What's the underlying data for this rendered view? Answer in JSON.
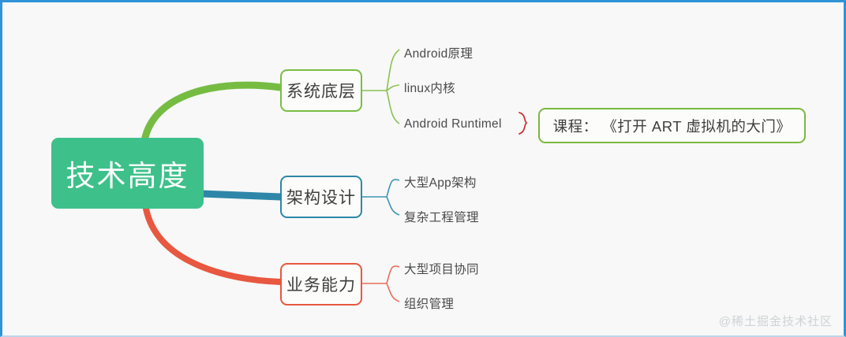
{
  "diagram": {
    "type": "mindmap",
    "background_color": "#f7f8f7",
    "frame_color": "#2f93d8",
    "root": {
      "label": "技术高度",
      "color": "#3ec08a",
      "text_color": "#ffffff"
    },
    "branches": [
      {
        "label": "系统底层",
        "color": "#79bd45",
        "children": [
          {
            "label": "Android原理"
          },
          {
            "label": "linux内核"
          },
          {
            "label": "Android Runtimel"
          }
        ]
      },
      {
        "label": "架构设计",
        "color": "#2e87a8",
        "children": [
          {
            "label": "大型App架构"
          },
          {
            "label": "复杂工程管理"
          }
        ]
      },
      {
        "label": "业务能力",
        "color": "#e8573f",
        "children": [
          {
            "label": "大型项目协同"
          },
          {
            "label": "组织管理"
          }
        ]
      }
    ],
    "callout": {
      "brace_color": "#cc3333",
      "border_color": "#7cb83f",
      "label": "课程： 《打开 ART 虚拟机的大门》"
    },
    "watermark": "@稀土掘金技术社区"
  }
}
